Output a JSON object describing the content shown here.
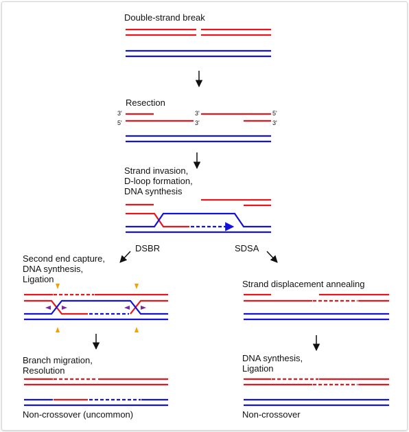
{
  "colors": {
    "red": "#e8161b",
    "blue": "#1212d9",
    "black": "#111111",
    "orange": "#f5a000",
    "purple": "#7a2a9c"
  },
  "labels": {
    "double_strand_break": "Double-strand break",
    "resection": "Resection",
    "invasion_line1": "Strand invasion,",
    "invasion_line2": "D-loop formation,",
    "invasion_line3": "DNA synthesis",
    "dsbr": "DSBR",
    "sdsa": "SDSA",
    "capture_line1": "Second end capture,",
    "capture_line2": "DNA synthesis,",
    "capture_line3": "Ligation",
    "annealing": "Strand displacement annealing",
    "branch_line1": "Branch migration,",
    "branch_line2": "Resolution",
    "synthesis_line1": "DNA synthesis,",
    "synthesis_line2": "Ligation",
    "noncrossover_uncommon": "Non-crossover (uncommon)",
    "noncrossover": "Non-crossover"
  },
  "ends": {
    "three_prime": "3'",
    "five_prime": "5'"
  }
}
